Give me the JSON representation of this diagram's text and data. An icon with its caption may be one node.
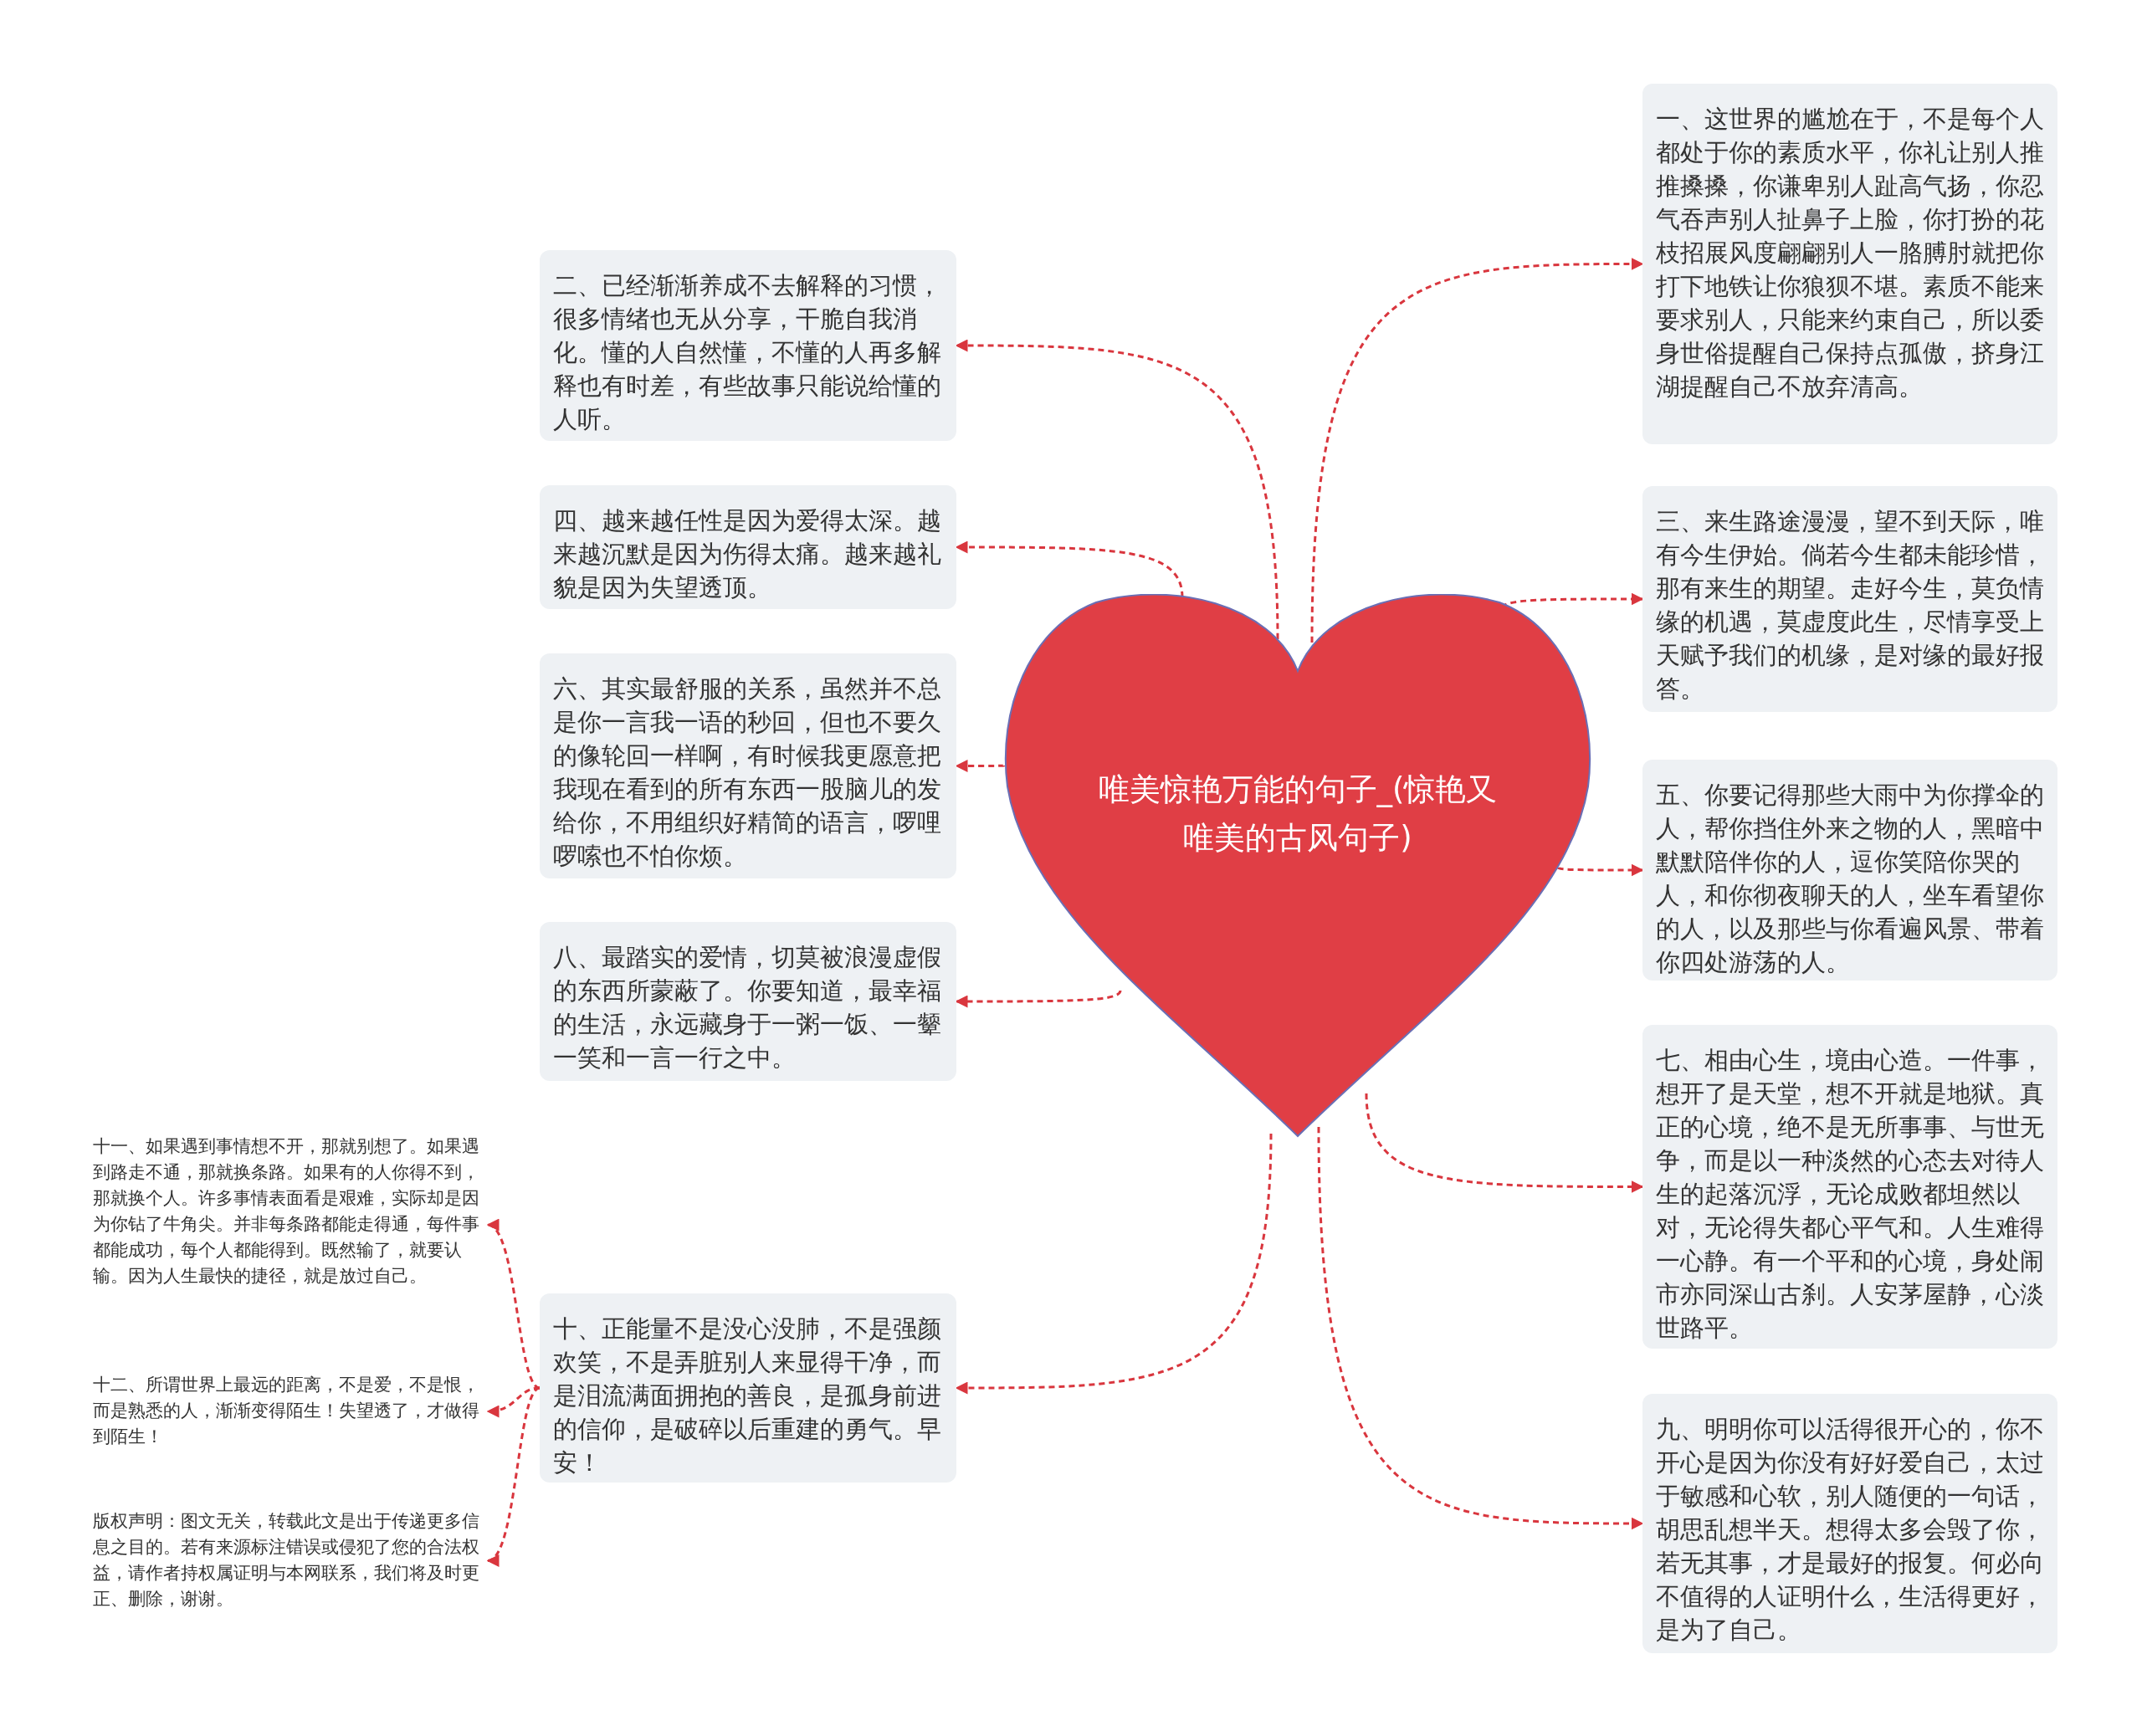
{
  "diagram": {
    "nodes": [
      {
        "text": [
          "唯美惊艳万能的句子_(惊艳又唯美的古风句子)"
        ]
      },
      {
        "text": [
          "一、这世界的尴尬在于，不是每个人都处于你的素质水平，你礼让别人推推搡搡，你谦卑别人趾高气扬，你忍气吞声别人扯鼻子上脸，你打扮的花枝招展风度翩翩别人一胳膊肘就把你打下地铁让你狼狈不堪。素质不能来要求别人，只能来约束自己，所以委身世俗提醒自己保持点孤傲，挤身江湖提醒自己不放弃清高。"
        ]
      },
      {
        "text": [
          "二、已经渐渐养成不去解释的习惯，很多情绪也无从分享，干脆自我消化。懂的人自然懂，不懂的人再多解释也有时差，有些故事只能说给懂的人听。"
        ]
      },
      {
        "text": [
          "三、来生路途漫漫，望不到天际，唯有今生伊始。倘若今生都未能珍惜，那有来生的期望。走好今生，莫负情缘的机遇，莫虚度此生，尽情享受上天赋予我们的机缘，是对缘的最好报答。"
        ]
      },
      {
        "text": [
          "四、越来越任性是因为爱得太深。越来越沉默是因为伤得太痛。越来越礼貌是因为失望透顶。"
        ]
      },
      {
        "text": [
          "五、你要记得那些大雨中为你撑伞的人，帮你挡住外来之物的人，黑暗中默默陪伴你的人，逗你笑陪你哭的人，和你彻夜聊天的人，坐车看望你的人，以及那些与你看遍风景、带着你四处游荡的人。"
        ]
      },
      {
        "text": [
          "六、其实最舒服的关系，虽然并不总是你一言我一语的秒回，但也不要久的像轮回一样啊，有时候我更愿意把我现在看到的所有东西一股脑儿的发给你，不用组织好精简的语言，啰哩啰嗦也不怕你烦。"
        ]
      },
      {
        "text": [
          "七、相由心生，境由心造。一件事，想开了是天堂，想不开就是地狱。真正的心境，绝不是无所事事、与世无争，而是以一种淡然的心态去对待人生的起落沉浮，无论成败都坦然以对，无论得失都心平气和。人生难得一心静。有一个平和的心境，身处闹市亦同深山古刹。人安茅屋静，心淡世路平。"
        ]
      },
      {
        "text": [
          "八、最踏实的爱情，切莫被浪漫虚假的东西所蒙蔽了。你要知道，最幸福的生活，永远藏身于一粥一饭、一颦一笑和一言一行之中。"
        ]
      },
      {
        "text": [
          "九、明明你可以活得很开心的，你不开心是因为你没有好好爱自己，太过于敏感和心软，别人随便的一句话，胡思乱想半天。想得太多会毁了你，若无其事，才是最好的报复。何必向不值得的人证明什么，生活得更好，是为了自己。"
        ]
      },
      {
        "text": [
          "十、正能量不是没心没肺，不是强颜欢笑，不是弄脏别人来显得干净，而是泪流满面拥抱的善良，是孤身前进的信仰，是破碎以后重建的勇气。早安！"
        ]
      },
      {
        "text": [
          "十一、如果遇到事情想不开，那就别想了。如果遇到路走不通，那就换条路。如果有的人你得不到，那就换个人。许多事情表面看是艰难，实际却是因为你钻了牛角尖。并非每条路都能走得通，每件事都能成功，每个人都能得到。既然输了，就要认输。因为人生最快的捷径，就是放过自己。"
        ]
      },
      {
        "text": [
          "十二、所谓世界上最远的距离，不是爱，不是恨，而是熟悉的人，渐渐变得陌生！失望透了，才做得到陌生！"
        ]
      },
      {
        "text": [
          "版权声明：图文无关，转载此文是出于传递更多信息之目的。若有来源标注错误或侵犯了您的合法权益，请作者持权属证明与本网联系，我们将及时更正、删除，谢谢。"
        ]
      }
    ],
    "edges": [
      {
        "from": 0,
        "to": 1,
        "arrow": "to"
      },
      {
        "from": 0,
        "to": 2,
        "arrow": "to"
      },
      {
        "from": 0,
        "to": 3,
        "arrow": "to"
      },
      {
        "from": 0,
        "to": 4,
        "arrow": "to"
      },
      {
        "from": 0,
        "to": 5,
        "arrow": "to"
      },
      {
        "from": 0,
        "to": 6,
        "arrow": "to"
      },
      {
        "from": 0,
        "to": 7,
        "arrow": "to"
      },
      {
        "from": 0,
        "to": 8,
        "arrow": "to"
      },
      {
        "from": 0,
        "to": 9,
        "arrow": "to"
      },
      {
        "from": 0,
        "to": 10,
        "arrow": "to"
      },
      {
        "from": 10,
        "to": 11,
        "arrow": "to"
      },
      {
        "from": 10,
        "to": 12,
        "arrow": "to"
      },
      {
        "from": 10,
        "to": 13,
        "arrow": "to"
      }
    ]
  }
}
